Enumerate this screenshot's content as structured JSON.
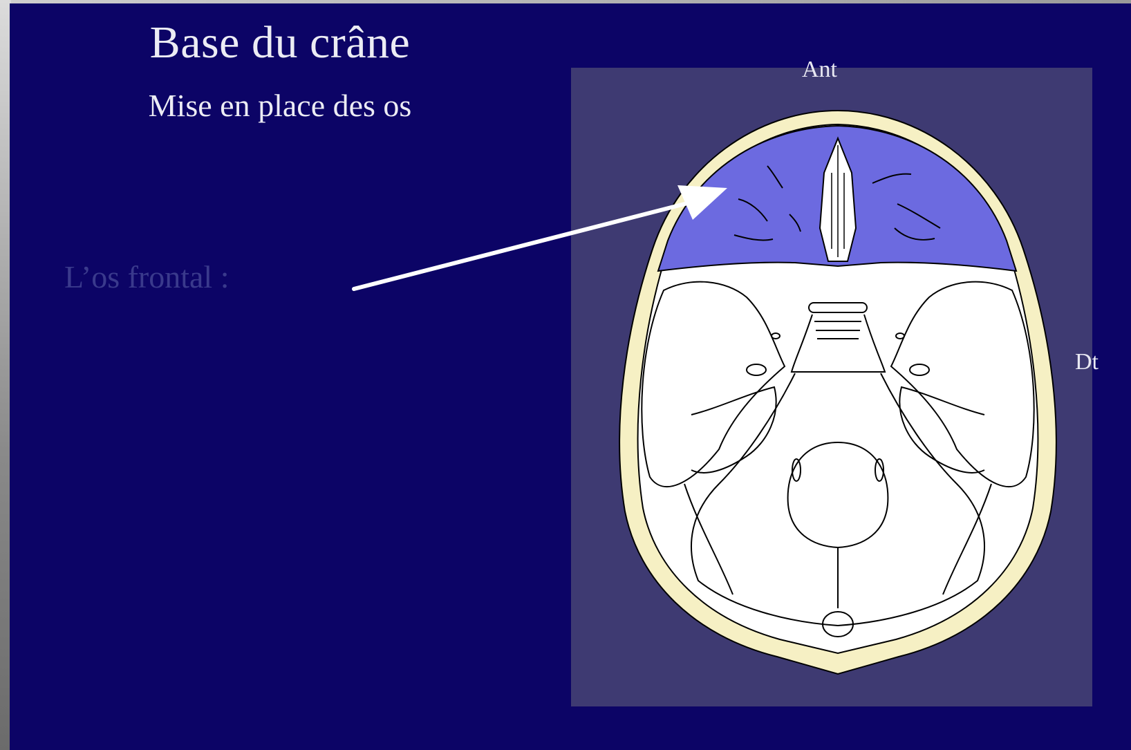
{
  "slide": {
    "title": "Base du crâne",
    "subtitle": "Mise en place des os",
    "bone_label": "L’os frontal :"
  },
  "figure": {
    "orientation_top": "Ant",
    "orientation_right": "Dt"
  },
  "colors": {
    "background": "#0c0466",
    "panel": "#3e3a72",
    "frontal_highlight": "#6c6ae0",
    "skull_rim": "#f6f0c4",
    "arrow": "#ffffff"
  }
}
